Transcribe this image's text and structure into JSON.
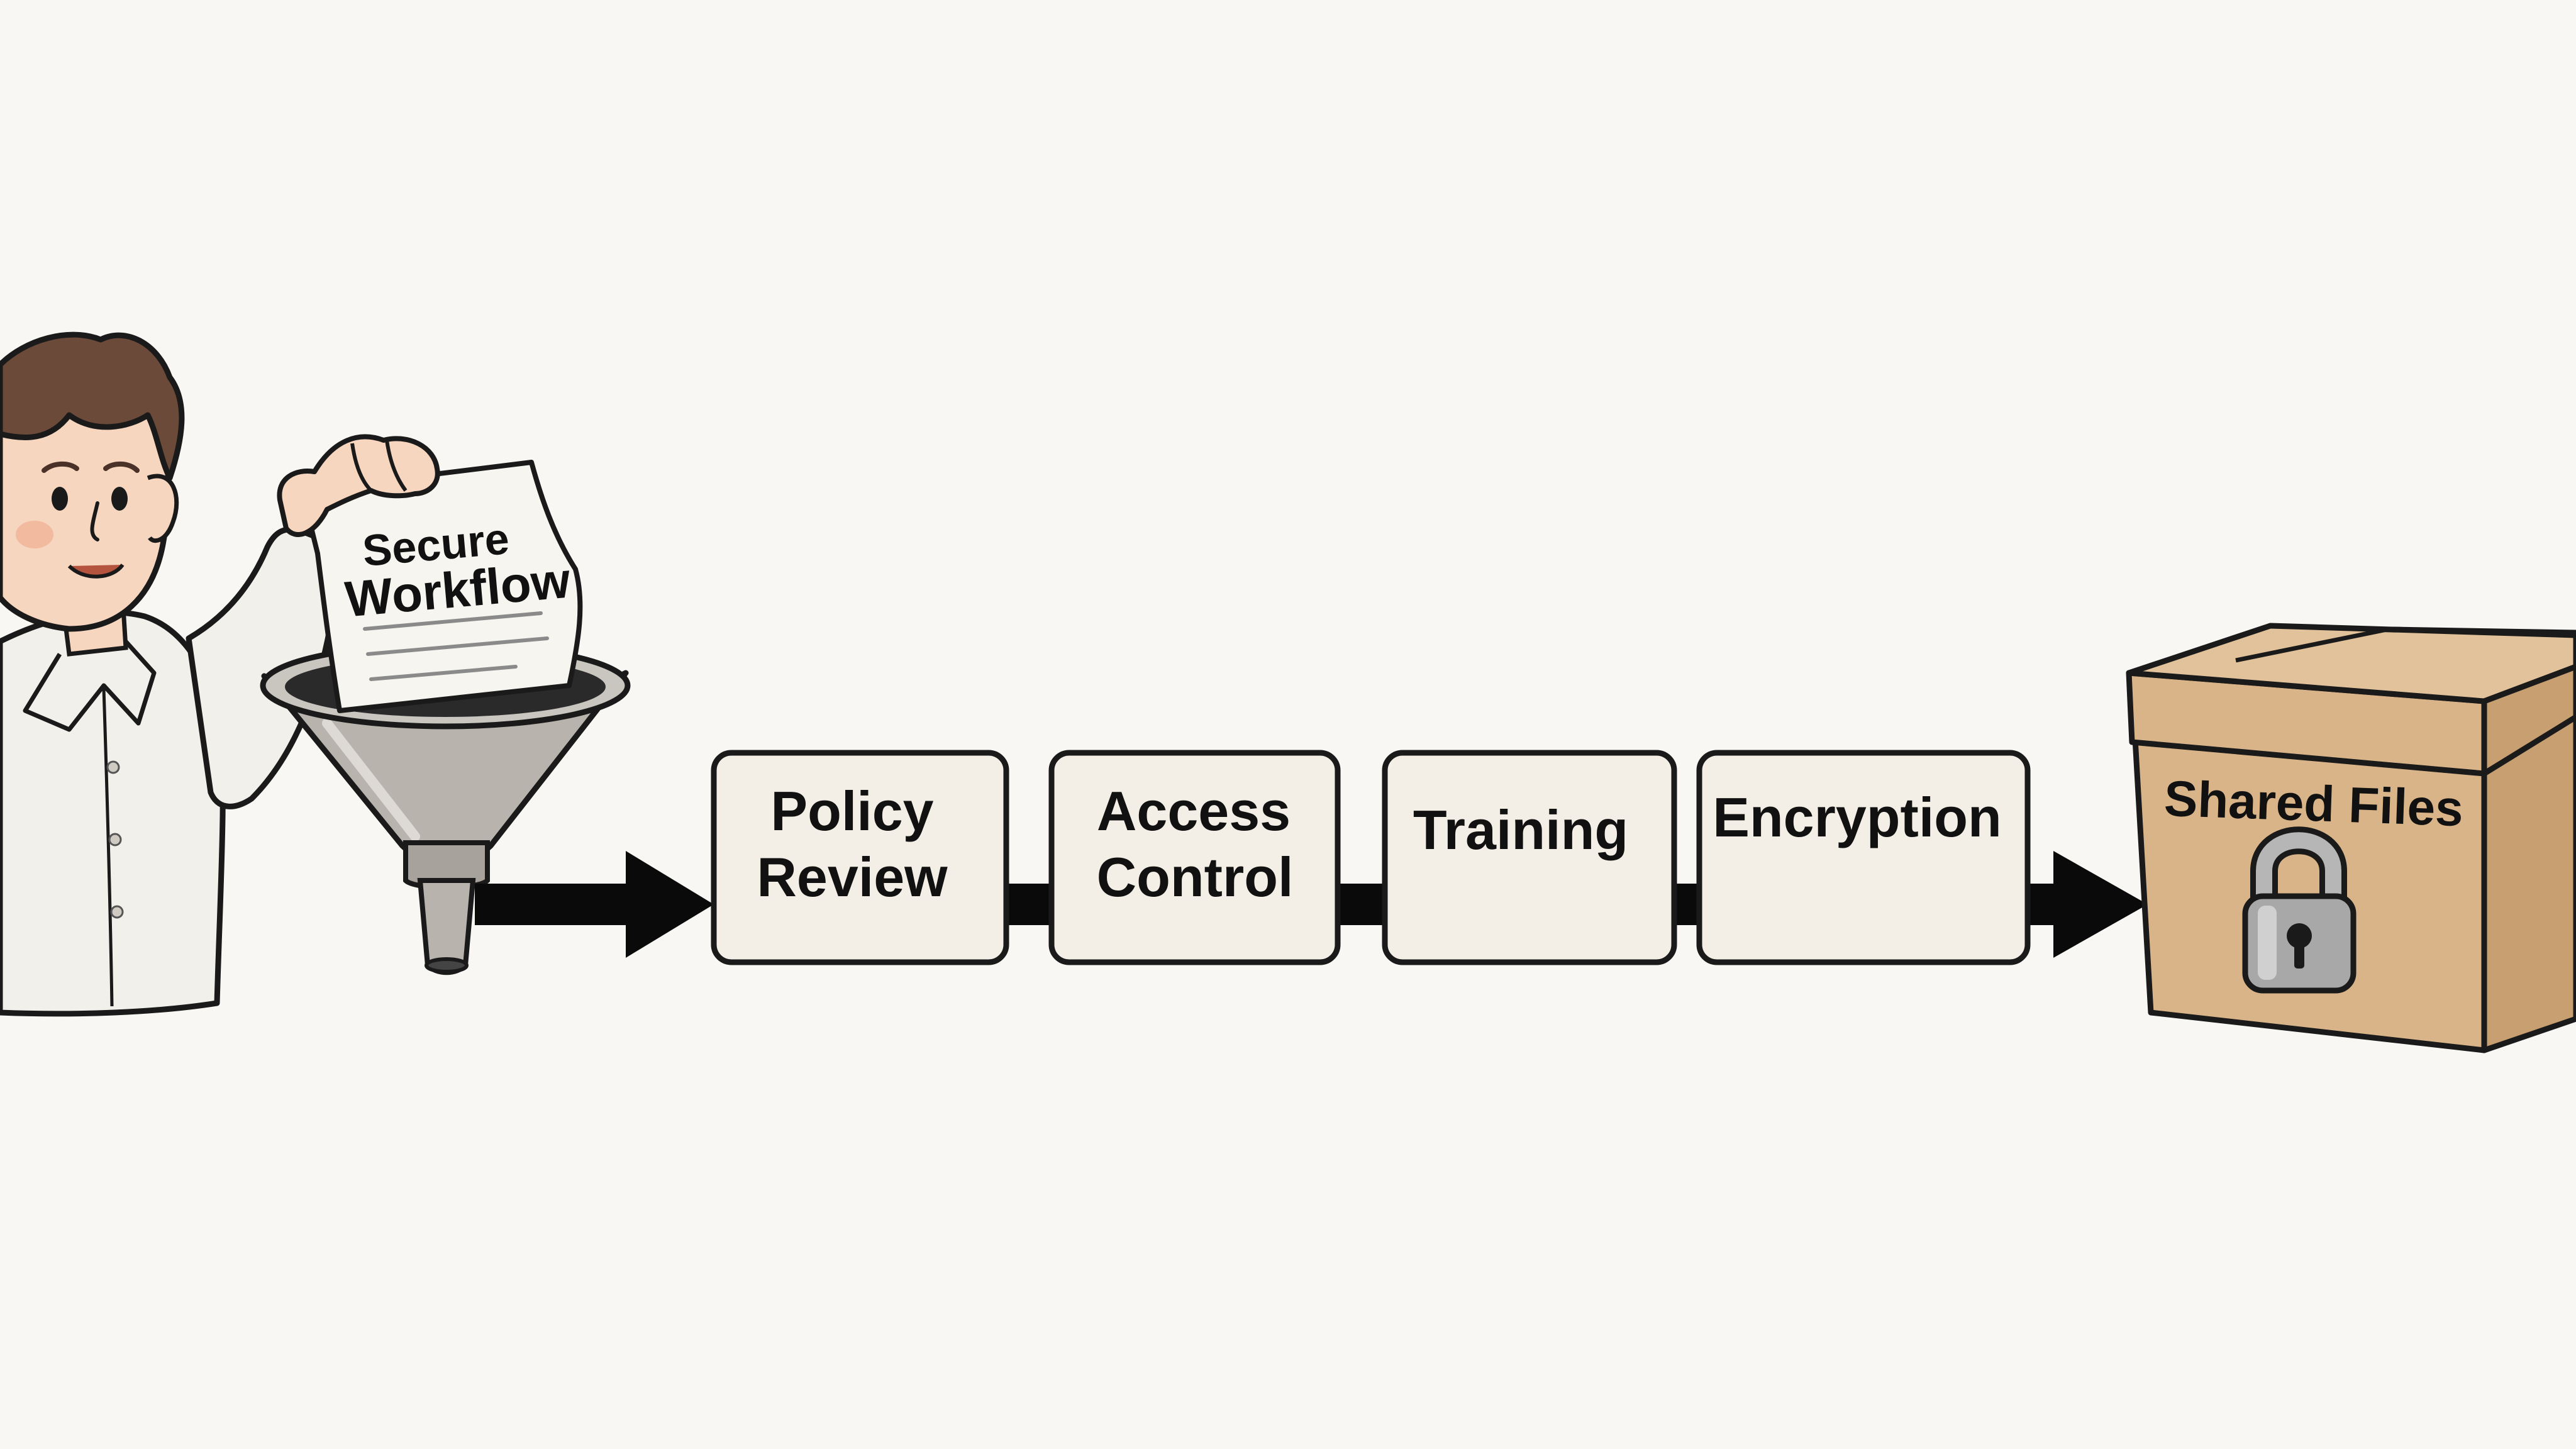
{
  "document_label": {
    "line1": "Secure",
    "line2": "Workflow"
  },
  "steps": [
    {
      "line1": "Policy",
      "line2": "Review"
    },
    {
      "line1": "Access",
      "line2": "Control"
    },
    {
      "line1": "Training",
      "line2": ""
    },
    {
      "line1": "Encryption",
      "line2": ""
    }
  ],
  "destination": {
    "label": "Shared Files"
  },
  "colors": {
    "background": "#f8f7f3",
    "outline": "#1a1a1a",
    "box_fill": "#f3efe6",
    "arrow": "#0a0a0a",
    "carton": "#d9b488",
    "carton_dark": "#c79f70",
    "funnel": "#b8b4ad",
    "lock": "#a8a8a8",
    "skin": "#f6d6bf",
    "hair": "#6b4a3a",
    "shirt": "#f2f0ea"
  }
}
